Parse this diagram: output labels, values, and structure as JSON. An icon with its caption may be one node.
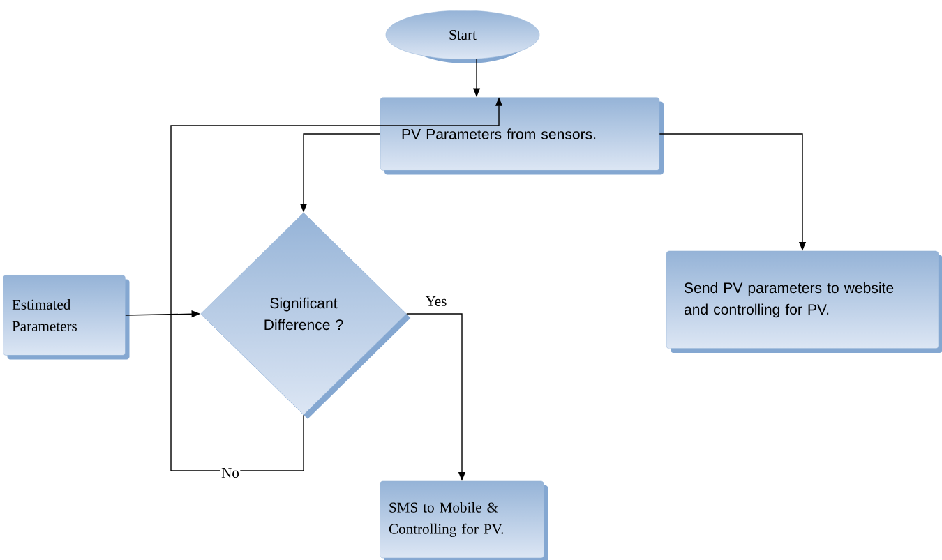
{
  "diagram": {
    "nodes": [
      {
        "text": [
          "Start"
        ]
      },
      {
        "text": [
          "PV Parameters from sensors."
        ]
      },
      {
        "text": [
          "Significant Difference ?"
        ]
      },
      {
        "text": [
          "Estimated Parameters"
        ]
      },
      {
        "text": [
          "Send PV parameters to website and controlling for PV."
        ]
      },
      {
        "text": [
          "SMS to Mobile & Controlling for PV."
        ]
      }
    ],
    "edges": [
      {
        "from": 0,
        "to": 1,
        "arrow": "to"
      },
      {
        "from": 2,
        "to": 1,
        "arrow": "to",
        "label": "No"
      },
      {
        "from": 1,
        "to": 2,
        "arrow": "to"
      },
      {
        "from": 1,
        "to": 4,
        "arrow": "to"
      },
      {
        "from": 3,
        "to": 2,
        "arrow": "to"
      },
      {
        "from": 2,
        "to": 5,
        "arrow": "to",
        "label": "Yes"
      }
    ]
  }
}
